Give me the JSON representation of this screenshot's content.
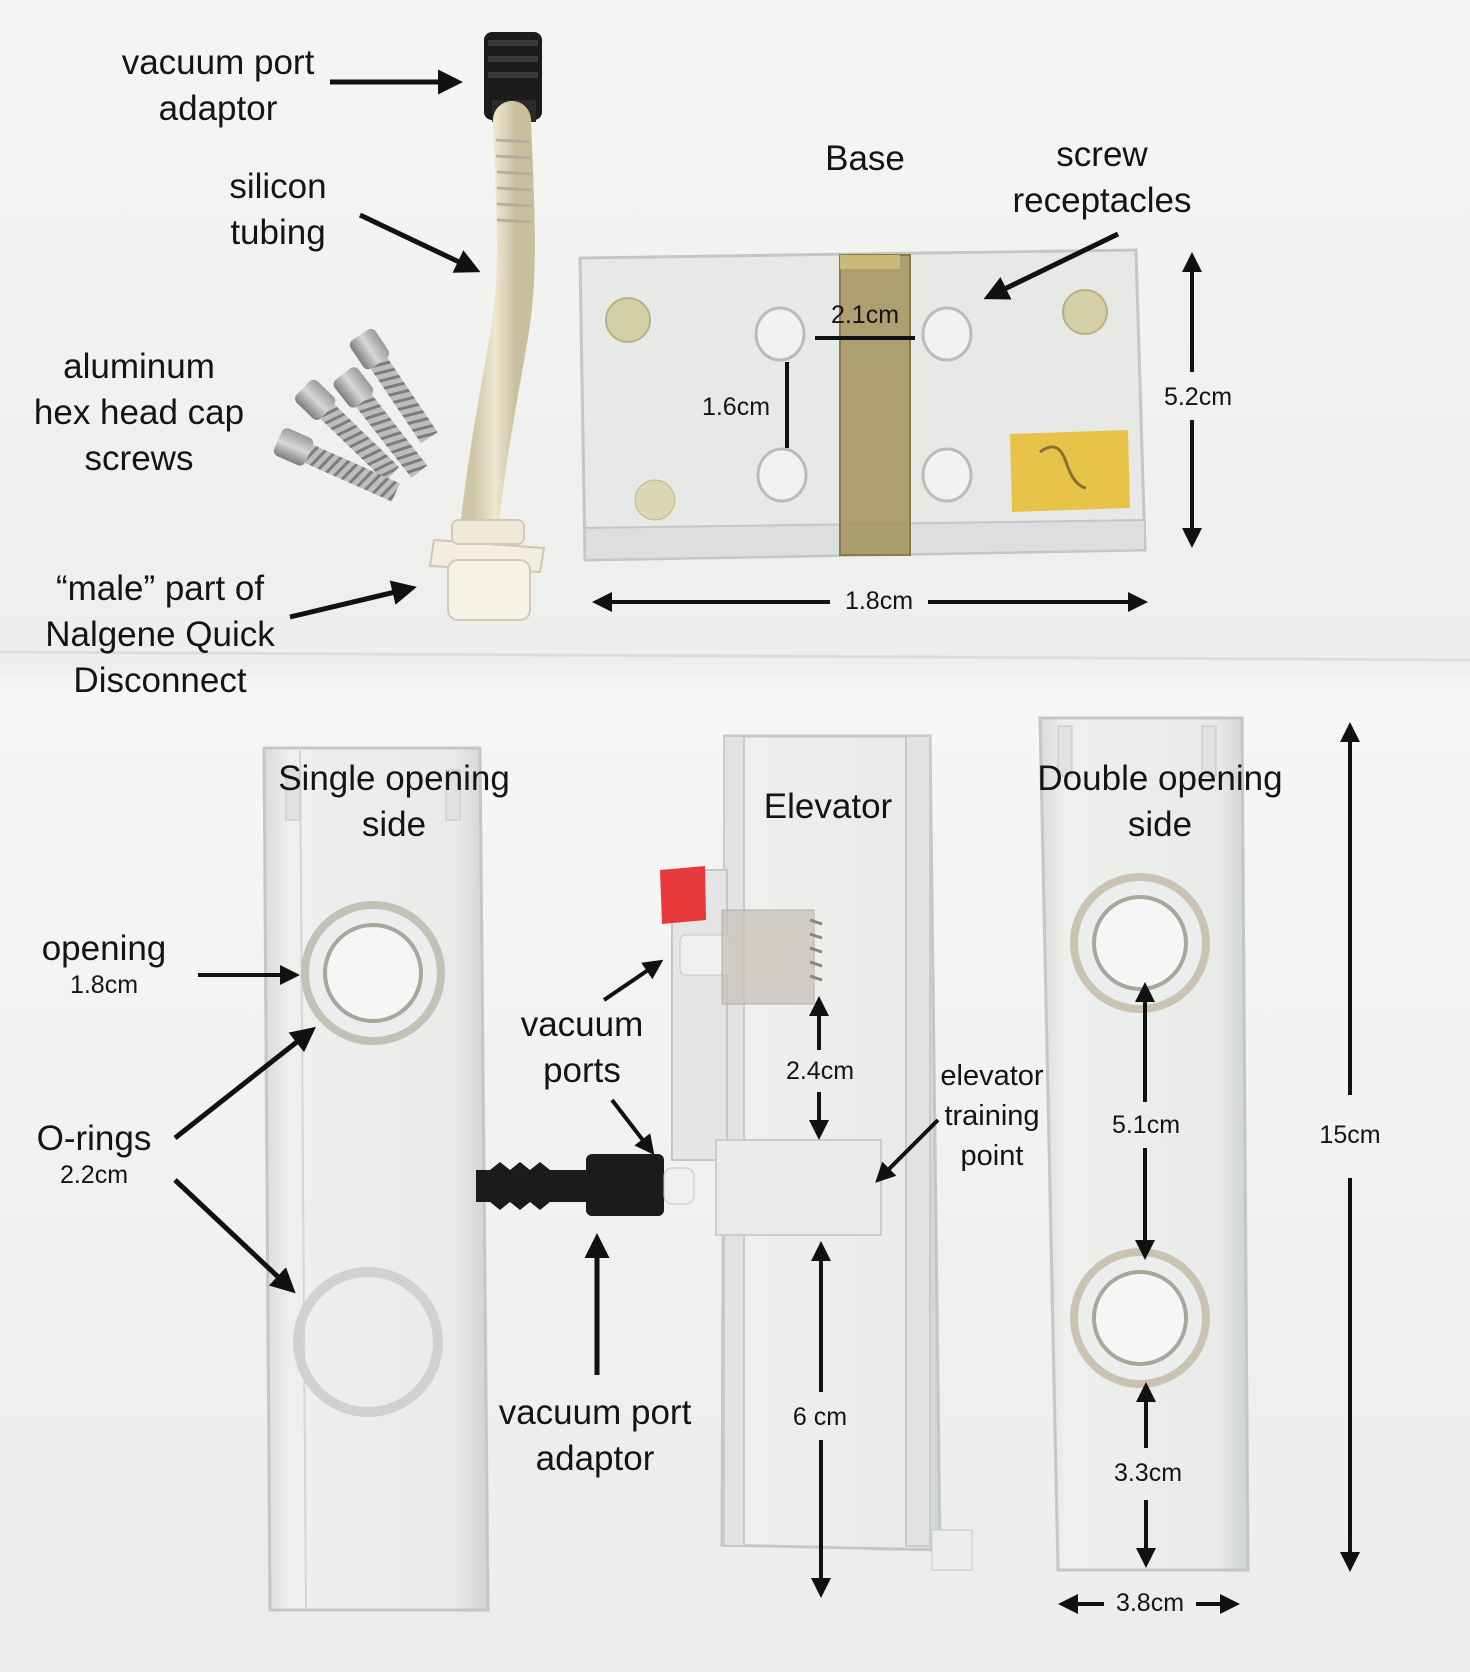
{
  "labels": {
    "vacuum_port_adaptor_top": [
      "vacuum port",
      "adaptor"
    ],
    "silicon_tubing": [
      "silicon",
      "tubing"
    ],
    "aluminum_screws": [
      "aluminum",
      "hex head cap",
      "screws"
    ],
    "male_part": [
      "“male” part of",
      "Nalgene Quick",
      "Disconnect"
    ],
    "base": "Base",
    "screw_receptacles": [
      "screw",
      "receptacles"
    ],
    "single_side": [
      "Single opening",
      "side"
    ],
    "elevator": "Elevator",
    "double_side": [
      "Double opening",
      "side"
    ],
    "opening": "opening",
    "opening_size": "1.8cm",
    "orings": "O-rings",
    "orings_size": "2.2cm",
    "vacuum_ports": [
      "vacuum",
      "ports"
    ],
    "vacuum_port_adaptor_bottom": [
      "vacuum port",
      "adaptor"
    ],
    "elevator_training_point": [
      "elevator",
      "training",
      "point"
    ]
  },
  "dimensions": {
    "receptacle_spacing_h": "2.1cm",
    "receptacle_spacing_v": "1.6cm",
    "base_height": "5.2cm",
    "base_width": "1.8cm",
    "elevator_gap": "2.4cm",
    "elevator_lower": "6 cm",
    "double_spacing": "5.1cm",
    "double_bottom": "3.3cm",
    "side_width": "3.8cm",
    "total_length": "15cm"
  },
  "colors": {
    "acrylic": "#e4e6e4",
    "acrylic_edge": "#c8ccca",
    "tape_olive": "#a3925a",
    "tape_yellow": "#e8c34a",
    "tab_red": "#e83a3a",
    "black_part": "#1b1b1b",
    "silicone": "#e6dcc1"
  }
}
